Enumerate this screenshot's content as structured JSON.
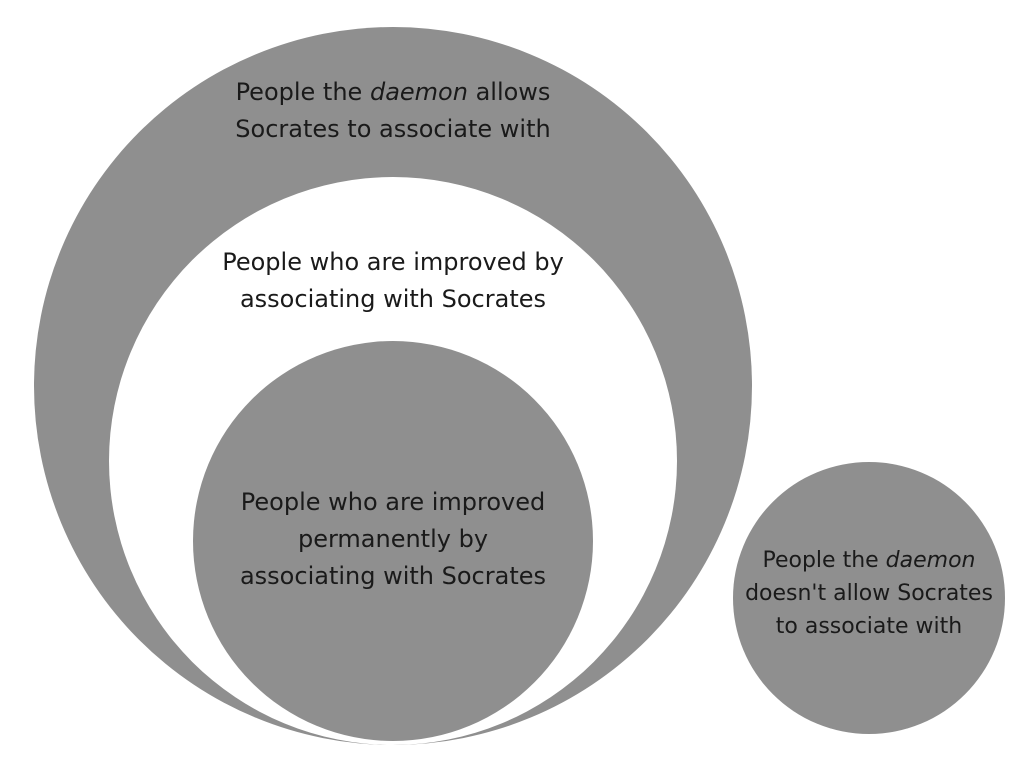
{
  "diagram": {
    "outer_circle": {
      "line1_before": "People the ",
      "line1_italic": "daemon",
      "line1_after": " allows",
      "line2": "Socrates to associate with"
    },
    "middle_circle": {
      "line1": "People who are improved by",
      "line2": "associating with Socrates"
    },
    "inner_circle": {
      "line1": "People who are improved",
      "line2": "permanently by",
      "line3": "associating with Socrates"
    },
    "side_circle": {
      "line1_before": "People the ",
      "line1_italic": "daemon",
      "line2": "doesn't allow Socrates",
      "line3": "to associate with"
    },
    "colors": {
      "circle_fill": "#8f8f8f",
      "background": "#ffffff",
      "text": "#1a1a1a"
    }
  }
}
